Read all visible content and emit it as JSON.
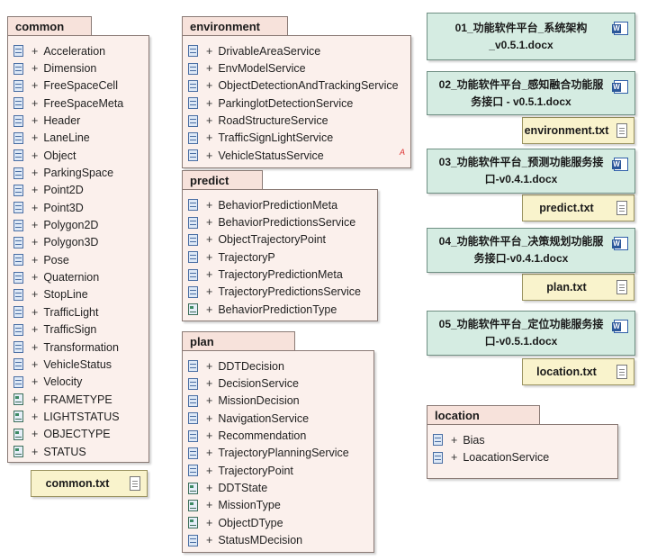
{
  "packages": {
    "common": {
      "title": "common",
      "items": [
        {
          "label": "Acceleration",
          "icon": "class-icon"
        },
        {
          "label": "Dimension",
          "icon": "class-icon"
        },
        {
          "label": "FreeSpaceCell",
          "icon": "class-icon"
        },
        {
          "label": "FreeSpaceMeta",
          "icon": "class-icon"
        },
        {
          "label": "Header",
          "icon": "class-icon"
        },
        {
          "label": "LaneLine",
          "icon": "class-icon"
        },
        {
          "label": "Object",
          "icon": "class-icon"
        },
        {
          "label": "ParkingSpace",
          "icon": "class-icon"
        },
        {
          "label": "Point2D",
          "icon": "class-icon"
        },
        {
          "label": "Point3D",
          "icon": "class-icon"
        },
        {
          "label": "Polygon2D",
          "icon": "class-icon"
        },
        {
          "label": "Polygon3D",
          "icon": "class-icon"
        },
        {
          "label": "Pose",
          "icon": "class-icon"
        },
        {
          "label": "Quaternion",
          "icon": "class-icon"
        },
        {
          "label": "StopLine",
          "icon": "class-icon"
        },
        {
          "label": "TrafficLight",
          "icon": "class-icon"
        },
        {
          "label": "TrafficSign",
          "icon": "class-icon"
        },
        {
          "label": "Transformation",
          "icon": "class-icon"
        },
        {
          "label": "VehicleStatus",
          "icon": "class-icon"
        },
        {
          "label": "Velocity",
          "icon": "class-icon"
        },
        {
          "label": "FRAMETYPE",
          "icon": "enum-icon"
        },
        {
          "label": "LIGHTSTATUS",
          "icon": "enum-icon"
        },
        {
          "label": "OBJECTYPE",
          "icon": "enum-icon"
        },
        {
          "label": "STATUS",
          "icon": "enum-icon"
        }
      ]
    },
    "environment": {
      "title": "environment",
      "items": [
        {
          "label": "DrivableAreaService",
          "icon": "class-icon"
        },
        {
          "label": "EnvModelService",
          "icon": "class-icon"
        },
        {
          "label": "ObjectDetectionAndTrackingService",
          "icon": "class-icon"
        },
        {
          "label": "ParkinglotDetectionService",
          "icon": "class-icon"
        },
        {
          "label": "RoadStructureService",
          "icon": "class-icon"
        },
        {
          "label": "TrafficSignLightService",
          "icon": "class-icon"
        },
        {
          "label": "VehicleStatusService",
          "icon": "class-icon"
        }
      ]
    },
    "predict": {
      "title": "predict",
      "items": [
        {
          "label": "BehaviorPredictionMeta",
          "icon": "class-icon"
        },
        {
          "label": "BehaviorPredictionsService",
          "icon": "class-icon"
        },
        {
          "label": "ObjectTrajectoryPoint",
          "icon": "class-icon"
        },
        {
          "label": "TrajectoryP",
          "icon": "class-icon"
        },
        {
          "label": "TrajectoryPredictionMeta",
          "icon": "class-icon"
        },
        {
          "label": "TrajectoryPredictionsService",
          "icon": "class-icon"
        },
        {
          "label": "BehaviorPredictionType",
          "icon": "enum-icon"
        }
      ]
    },
    "plan": {
      "title": "plan",
      "items": [
        {
          "label": "DDTDecision",
          "icon": "class-icon"
        },
        {
          "label": "DecisionService",
          "icon": "class-icon"
        },
        {
          "label": "MissionDecision",
          "icon": "class-icon"
        },
        {
          "label": "NavigationService",
          "icon": "class-icon"
        },
        {
          "label": "Recommendation",
          "icon": "class-icon"
        },
        {
          "label": "TrajectoryPlanningService",
          "icon": "class-icon"
        },
        {
          "label": "TrajectoryPoint",
          "icon": "class-icon"
        },
        {
          "label": "DDTState",
          "icon": "enum-icon"
        },
        {
          "label": "MissionType",
          "icon": "enum-icon"
        },
        {
          "label": "ObjectDType",
          "icon": "enum-icon"
        },
        {
          "label": "StatusMDecision",
          "icon": "class-icon"
        }
      ]
    },
    "location": {
      "title": "location",
      "items": [
        {
          "label": "Bias",
          "icon": "class-icon"
        },
        {
          "label": "LoacationService",
          "icon": "class-icon"
        }
      ]
    }
  },
  "plus_sign": "+",
  "notes": {
    "common": "common.txt",
    "environment": "environment.txt",
    "predict": "predict.txt",
    "plan": "plan.txt",
    "location": "location.txt"
  },
  "documents": [
    {
      "line1": "01_功能软件平台_系统架构",
      "line2": "_v0.5.1.docx"
    },
    {
      "line1": "02_功能软件平台_感知融合功能服",
      "line2": "务接口 - v0.5.1.docx"
    },
    {
      "line1": "03_功能软件平台_预测功能服务接",
      "line2": "口-v0.4.1.docx"
    },
    {
      "line1": "04_功能软件平台_决策规划功能服",
      "line2": "务接口-v0.4.1.docx"
    },
    {
      "line1": "05_功能软件平台_定位功能服务接",
      "line2": "口-v0.5.1.docx"
    }
  ],
  "colors": {
    "package_fill": "#fbf0ec",
    "package_tab": "#f7e2db",
    "note_fill": "#f9f3cc",
    "doc_fill": "#d5ece2"
  }
}
